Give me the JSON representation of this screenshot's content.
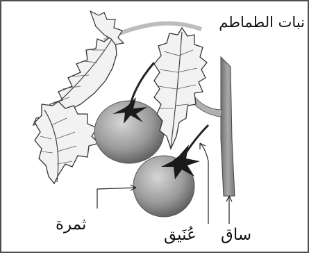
{
  "labels": {
    "title": "نبات الطماطم",
    "fruit": "ثمرة",
    "peduncle": "عُنَيق",
    "stem": "ساق"
  },
  "colors": {
    "leaf_fill": "#f4f4f4",
    "leaf_outline": "#333333",
    "stem_fill": "#8a8a8a",
    "fruit_light": "#cfcfcf",
    "fruit_dark": "#5e5e5e",
    "calyx": "#1a1a1a",
    "leader_line": "#222222"
  }
}
